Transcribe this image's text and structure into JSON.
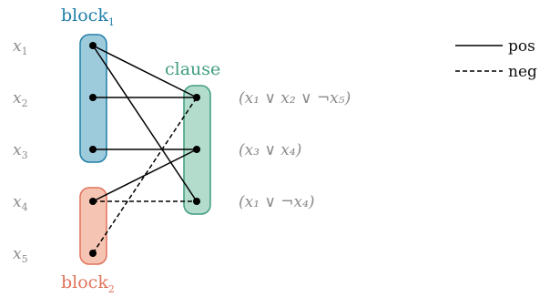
{
  "colors": {
    "block1_fill": "#9ecbdc",
    "block1_stroke": "#1f7fa8",
    "block2_fill": "#f6c4b3",
    "block2_stroke": "#e0735a",
    "clause_fill": "#b3dccd",
    "clause_stroke": "#3f9c80",
    "label_gray": "#8a8a8a"
  },
  "labels": {
    "block1": {
      "base": "block",
      "sub": "1"
    },
    "block2": {
      "base": "block",
      "sub": "2"
    },
    "clause": "clause"
  },
  "variables": [
    {
      "id": "x1",
      "base": "x",
      "sub": "1"
    },
    {
      "id": "x2",
      "base": "x",
      "sub": "2"
    },
    {
      "id": "x3",
      "base": "x",
      "sub": "3"
    },
    {
      "id": "x4",
      "base": "x",
      "sub": "4"
    },
    {
      "id": "x5",
      "base": "x",
      "sub": "5"
    }
  ],
  "clauses": [
    {
      "id": "c1",
      "text": "(x₁ ∨ x₂ ∨ ¬x₅)"
    },
    {
      "id": "c2",
      "text": "(x₃ ∨ x₄)"
    },
    {
      "id": "c3",
      "text": "(x₁ ∨ ¬x₄)"
    }
  ],
  "edges": [
    {
      "from": "x1",
      "to": "c1",
      "type": "pos"
    },
    {
      "from": "x2",
      "to": "c1",
      "type": "pos"
    },
    {
      "from": "x5",
      "to": "c1",
      "type": "neg"
    },
    {
      "from": "x3",
      "to": "c2",
      "type": "pos"
    },
    {
      "from": "x4",
      "to": "c2",
      "type": "pos"
    },
    {
      "from": "x1",
      "to": "c3",
      "type": "pos"
    },
    {
      "from": "x4",
      "to": "c3",
      "type": "neg"
    }
  ],
  "legend": [
    {
      "type": "pos",
      "label": "pos"
    },
    {
      "type": "neg",
      "label": "neg"
    }
  ]
}
